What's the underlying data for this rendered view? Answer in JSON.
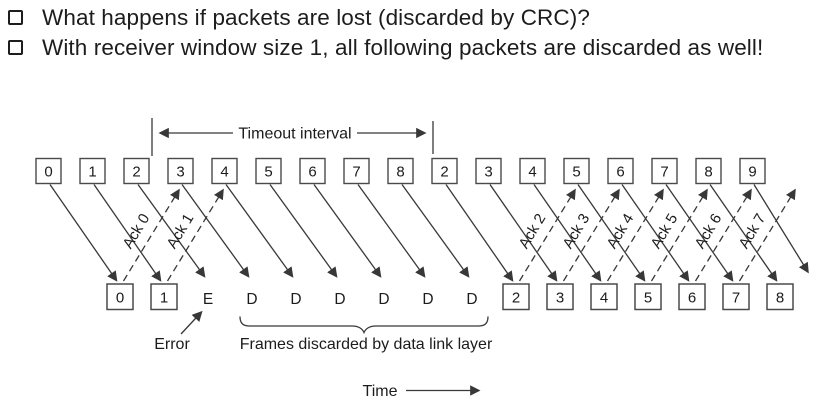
{
  "bullets": [
    "What happens if packets are lost (discarded by CRC)?",
    "With receiver window size 1, all following packets are discarded as well!"
  ],
  "diagram": {
    "timeout_label": "Timeout interval",
    "error_label": "Error",
    "discard_label": "Frames discarded by data link layer",
    "time_label": "Time",
    "sender_frames": [
      "0",
      "1",
      "2",
      "3",
      "4",
      "5",
      "6",
      "7",
      "8",
      "2",
      "3",
      "4",
      "5",
      "6",
      "7",
      "8",
      "9"
    ],
    "receiver_items": [
      {
        "label": "0",
        "boxed": true
      },
      {
        "label": "1",
        "boxed": true
      },
      {
        "label": "E",
        "boxed": false
      },
      {
        "label": "D",
        "boxed": false
      },
      {
        "label": "D",
        "boxed": false
      },
      {
        "label": "D",
        "boxed": false
      },
      {
        "label": "D",
        "boxed": false
      },
      {
        "label": "D",
        "boxed": false
      },
      {
        "label": "D",
        "boxed": false
      },
      {
        "label": "2",
        "boxed": true
      },
      {
        "label": "3",
        "boxed": true
      },
      {
        "label": "4",
        "boxed": true
      },
      {
        "label": "5",
        "boxed": true
      },
      {
        "label": "6",
        "boxed": true
      },
      {
        "label": "7",
        "boxed": true
      },
      {
        "label": "8",
        "boxed": true
      }
    ],
    "acks": [
      {
        "label": "Ack 0",
        "from": 0,
        "to": 3
      },
      {
        "label": "Ack 1",
        "from": 1,
        "to": 4
      },
      {
        "label": "Ack 2",
        "from": 9,
        "to": 12
      },
      {
        "label": "Ack 3",
        "from": 10,
        "to": 13
      },
      {
        "label": "Ack 4",
        "from": 11,
        "to": 14
      },
      {
        "label": "Ack 5",
        "from": 12,
        "to": 15
      },
      {
        "label": "Ack 6",
        "from": 13,
        "to": 16
      },
      {
        "label": "Ack 7",
        "from": 14,
        "to": 17
      }
    ],
    "colors": {
      "ink": "#1c1c1c",
      "line": "#383838",
      "box_border": "#4a4a4a",
      "background": "#ffffff"
    }
  }
}
